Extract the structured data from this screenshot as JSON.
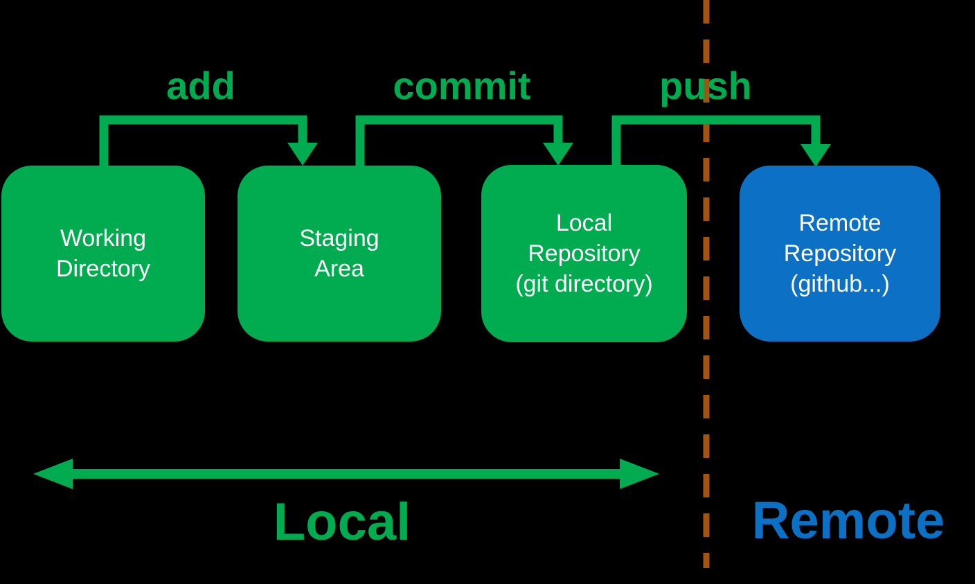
{
  "colors": {
    "green": "#00AC4F",
    "blue": "#0C71C4",
    "brown": "#A3540E",
    "white": "#FFFFFF",
    "background": "#000000"
  },
  "nodes": [
    {
      "id": "working-directory",
      "label": "Working\nDirectory"
    },
    {
      "id": "staging-area",
      "label": "Staging\nArea"
    },
    {
      "id": "local-repository",
      "label": "Local\nRepository\n(git directory)"
    },
    {
      "id": "remote-repository",
      "label": "Remote\nRepository\n(github...)"
    }
  ],
  "arrows": {
    "add": "add",
    "commit": "commit",
    "push": "push"
  },
  "regions": {
    "local": "Local",
    "remote": "Remote"
  }
}
